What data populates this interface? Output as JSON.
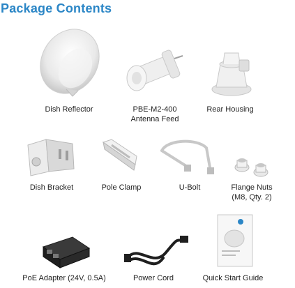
{
  "page": {
    "title": "Package Contents",
    "accent_color": "#2b86c6"
  },
  "items": [
    {
      "id": "dish-reflector",
      "icon": "dish-reflector-icon",
      "caption": "Dish Reflector"
    },
    {
      "id": "antenna-feed",
      "icon": "antenna-feed-icon",
      "caption_line1": "PBE-M2-400",
      "caption_line2": "Antenna Feed"
    },
    {
      "id": "rear-housing",
      "icon": "rear-housing-icon",
      "caption": "Rear Housing"
    },
    {
      "id": "dish-bracket",
      "icon": "dish-bracket-icon",
      "caption": "Dish Bracket"
    },
    {
      "id": "pole-clamp",
      "icon": "pole-clamp-icon",
      "caption": "Pole Clamp"
    },
    {
      "id": "u-bolt",
      "icon": "u-bolt-icon",
      "caption": "U-Bolt"
    },
    {
      "id": "flange-nuts",
      "icon": "flange-nuts-icon",
      "caption_line1": "Flange Nuts",
      "caption_line2": "(M8, Qty. 2)"
    },
    {
      "id": "poe-adapter",
      "icon": "poe-adapter-icon",
      "caption": "PoE Adapter (24V, 0.5A)"
    },
    {
      "id": "power-cord",
      "icon": "power-cord-icon",
      "caption": "Power Cord"
    },
    {
      "id": "quick-start-guide",
      "icon": "quick-start-guide-icon",
      "caption": "Quick Start Guide"
    }
  ]
}
